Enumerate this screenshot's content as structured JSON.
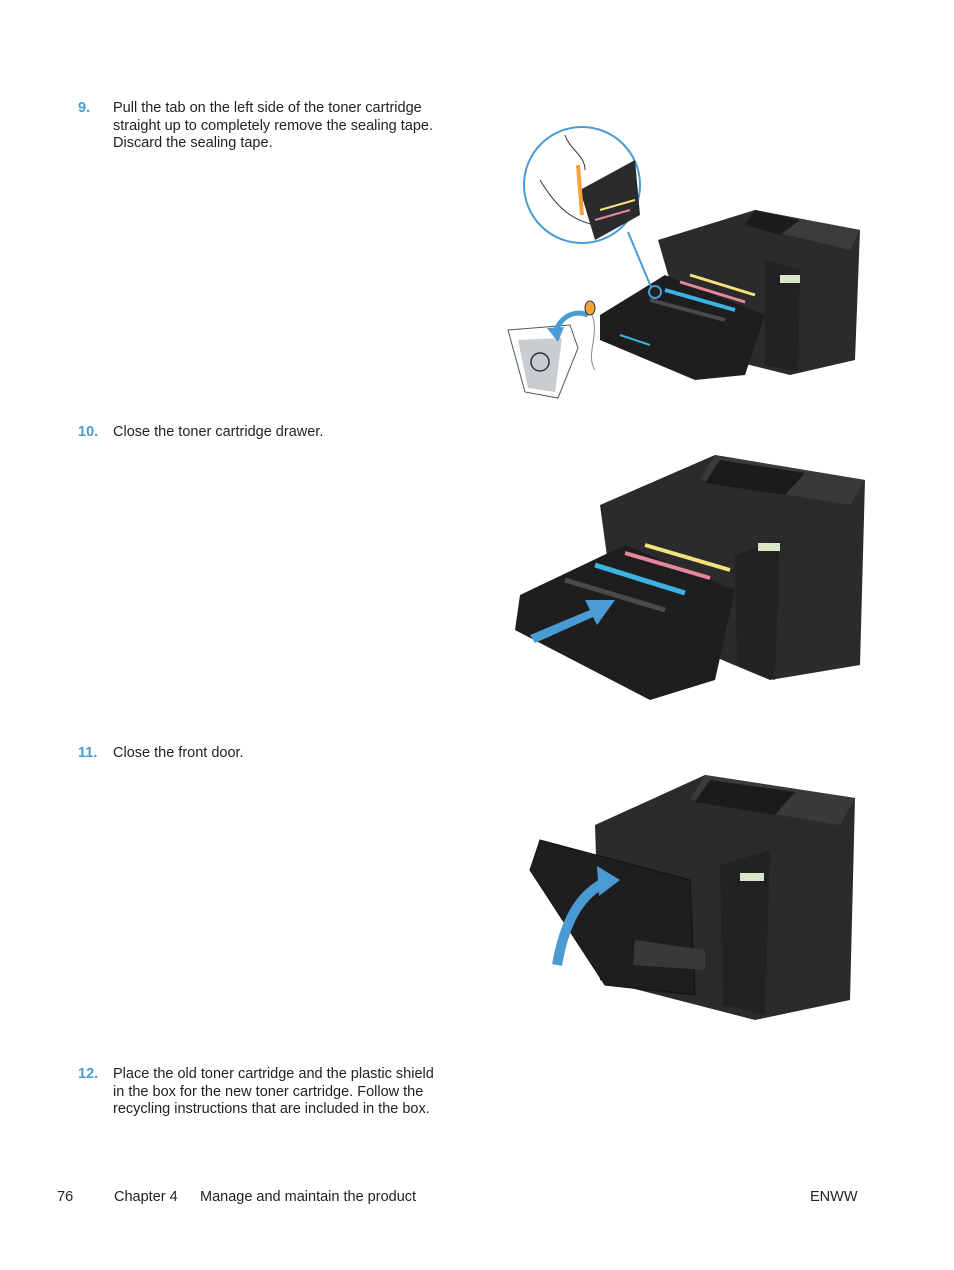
{
  "steps": [
    {
      "number": "9.",
      "text": "Pull the tab on the left side of the toner cartridge straight up to completely remove the sealing tape. Discard the sealing tape."
    },
    {
      "number": "10.",
      "text": "Close the toner cartridge drawer."
    },
    {
      "number": "11.",
      "text": "Close the front door."
    },
    {
      "number": "12.",
      "text": "Place the old toner cartridge and the plastic shield in the box for the new toner cartridge. Follow the recycling instructions that are included in the box."
    }
  ],
  "footer": {
    "page_number": "76",
    "chapter": "Chapter 4",
    "chapter_title": "Manage and maintain the product",
    "doc_code": "ENWW"
  },
  "colors": {
    "accent": "#4a9bd3",
    "printer_body": "#2b2b2d",
    "toner_yellow": "#f3e37a",
    "toner_magenta": "#e8879c",
    "toner_cyan": "#3bb4e4"
  }
}
